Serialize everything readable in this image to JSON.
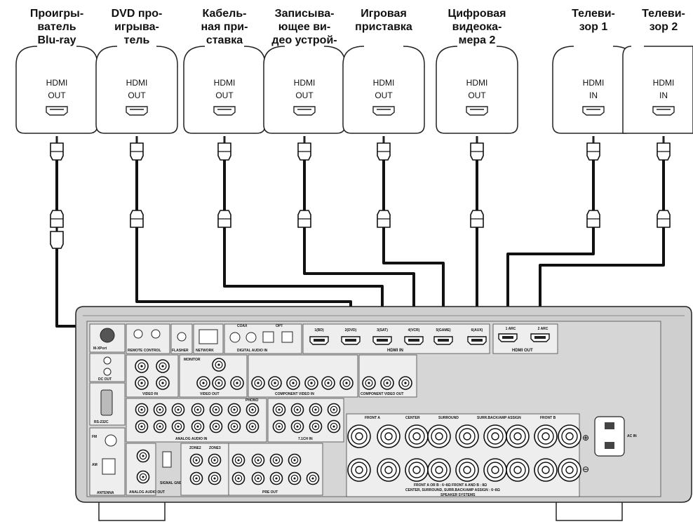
{
  "devices": [
    {
      "id": "bluray",
      "title_lines": [
        "Проигры-",
        "ватель",
        "Blu-ray",
        "дисков"
      ],
      "port_lines": [
        "HDMI",
        "OUT"
      ]
    },
    {
      "id": "dvd",
      "title_lines": [
        "DVD про-",
        "игрыва-",
        "тель"
      ],
      "port_lines": [
        "HDMI",
        "OUT"
      ]
    },
    {
      "id": "cable",
      "title_lines": [
        "Кабель-",
        "ная при-",
        "ставка"
      ],
      "port_lines": [
        "HDMI",
        "OUT"
      ]
    },
    {
      "id": "recorder",
      "title_lines": [
        "Записыва-",
        "ющее ви-",
        "део устрой-",
        "ство"
      ],
      "port_lines": [
        "HDMI",
        "OUT"
      ]
    },
    {
      "id": "game",
      "title_lines": [
        "Игровая",
        "приставка"
      ],
      "port_lines": [
        "HDMI",
        "OUT"
      ]
    },
    {
      "id": "camcorder",
      "title_lines": [
        "Цифровая",
        "видеока-",
        "мера 2"
      ],
      "port_lines": [
        "HDMI",
        "OUT"
      ]
    },
    {
      "id": "tv1",
      "title_lines": [
        "Телеви-",
        "зор 1"
      ],
      "port_lines": [
        "HDMI",
        "IN"
      ]
    },
    {
      "id": "tv2",
      "title_lines": [
        "Телеви-",
        "зор 2"
      ],
      "port_lines": [
        "HDMI",
        "IN"
      ]
    }
  ],
  "receiver": {
    "hdmi_in_label": "HDMI IN",
    "hdmi_in_ports": [
      "1(BD)",
      "2(DVD)",
      "3(SAT)",
      "4(VCR)",
      "5(GAME)",
      "6(AUX)"
    ],
    "hdmi_out_label": "HDMI OUT",
    "hdmi_out_ports": [
      "1 ARC",
      "2 ARC"
    ],
    "section_labels": [
      "M-XPort",
      "REMOTE CONTROL",
      "FLASHER",
      "NETWORK",
      "DIGITAL AUDIO IN",
      "COAX",
      "OPT",
      "DC OUT",
      "VIDEO IN",
      "VIDEO OUT",
      "MONITOR",
      "COMPONENT VIDEO IN",
      "COMPONENT VIDEO OUT",
      "RS-232C",
      "ANALOG AUDIO IN",
      "7.1CH IN",
      "PHONO",
      "ANTENNA",
      "ANALOG AUDIO OUT",
      "ZONE2",
      "ZONE3",
      "PRE OUT",
      "SIGNAL GND",
      "SPEAKER SYSTEMS",
      "FRONT A",
      "CENTER",
      "SURROUND",
      "SURR.BACK/AMP ASSIGN",
      "FRONT B",
      "AC IN",
      "FM",
      "AM"
    ],
    "speaker_note_1": "FRONT A OR B : 6~8Ω   FRONT A AND B : 8Ω",
    "speaker_note_2": "CENTER, SURROUND, SURR.BACK/AMP ASSIGN : 6~8Ω"
  }
}
